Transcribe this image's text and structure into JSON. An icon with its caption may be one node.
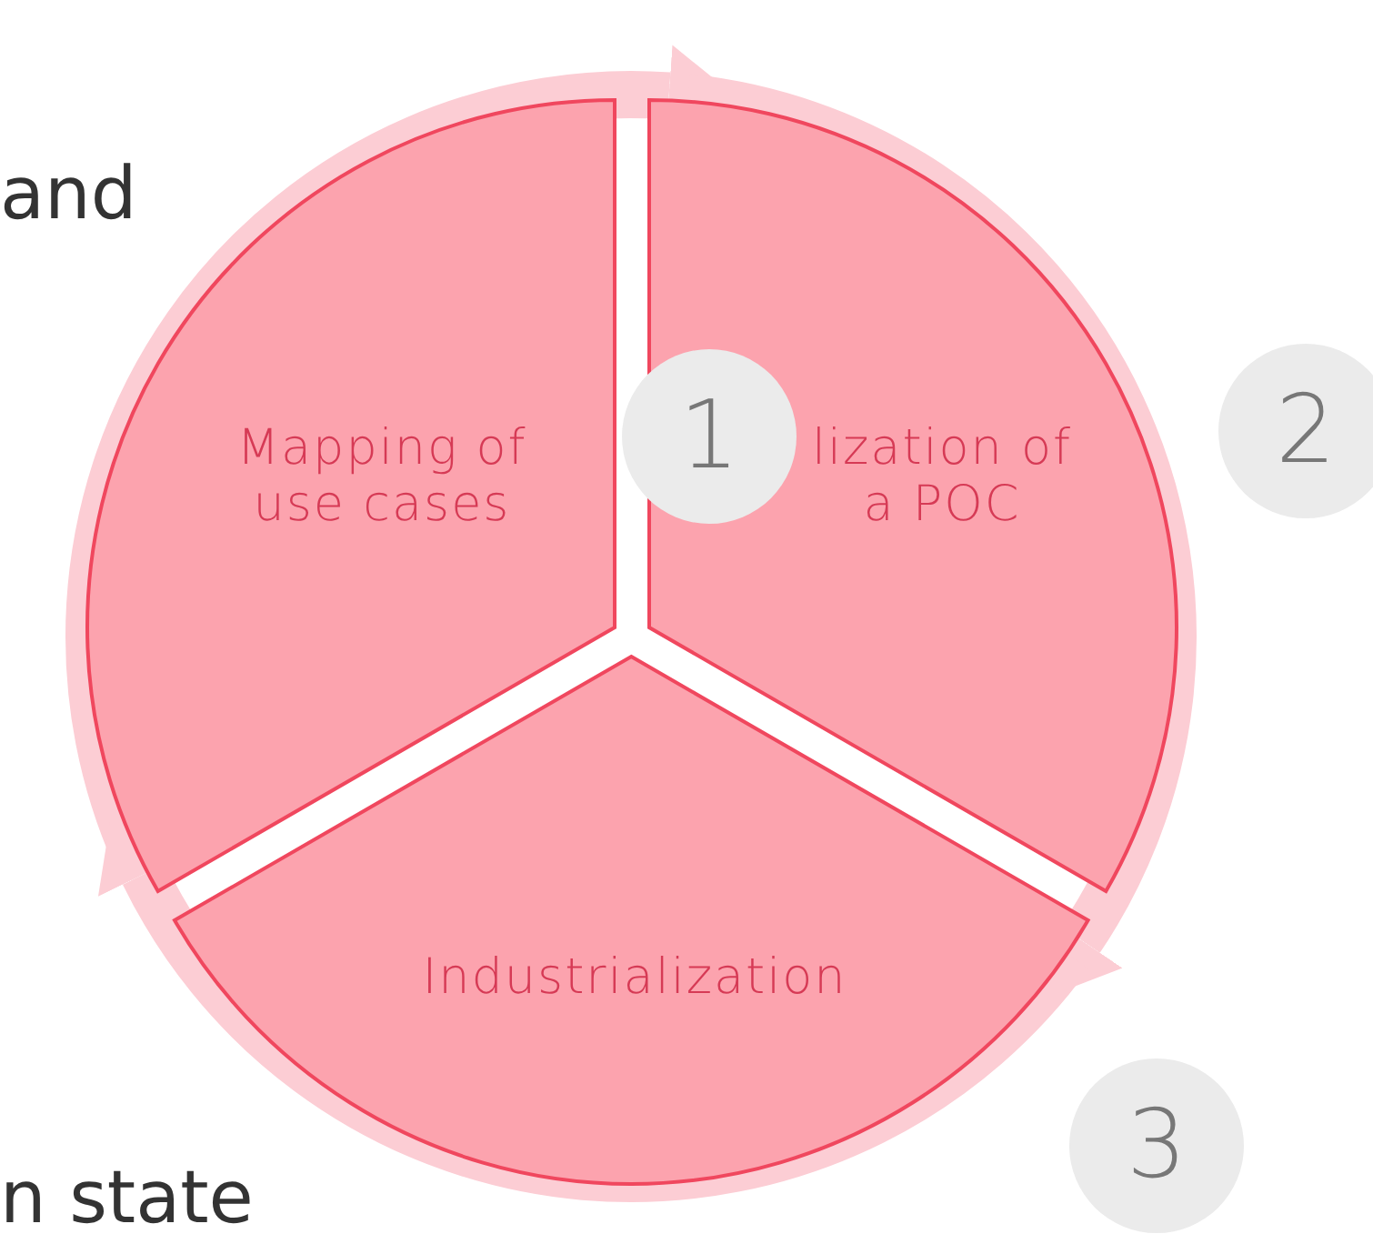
{
  "diagram": {
    "nodes": [
      {
        "text": [
          "Mapping of use cases"
        ]
      },
      {
        "text": [
          "lization of a POC"
        ]
      },
      {
        "text": [
          "Industrialization"
        ]
      },
      {
        "text": [
          "1"
        ]
      },
      {
        "text": [
          "2"
        ]
      },
      {
        "text": [
          "3"
        ]
      }
    ],
    "edges": [
      {
        "from": 0,
        "to": 1,
        "arrow": "to"
      },
      {
        "from": 1,
        "to": 2,
        "arrow": "to"
      },
      {
        "from": 2,
        "to": 0,
        "arrow": "to"
      }
    ],
    "labels": [
      "and",
      "n state"
    ]
  }
}
